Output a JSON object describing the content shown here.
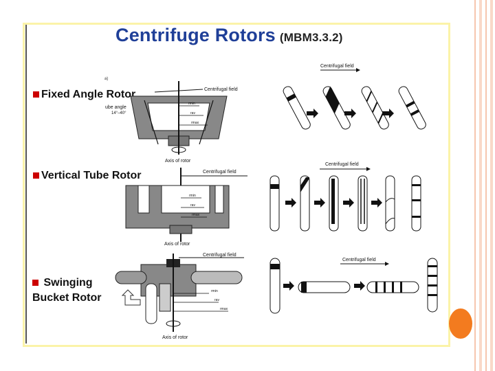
{
  "title": "Centrifuge Rotors",
  "title_ref": "(MBM3.3.2)",
  "rotors": [
    {
      "label": "Fixed Angle Rotor",
      "diagram": {
        "note_a": "a)",
        "field": "Centrifugal field",
        "tube_angle": "ube angle",
        "angle_range": "14°–40°",
        "rmin": "rmin",
        "rav": "rav",
        "rmax": "rmax",
        "axis": "Axis of rotor"
      },
      "tubes_field": "Centrifugal field"
    },
    {
      "label": "Vertical Tube Rotor",
      "diagram": {
        "field": "Centrifugal field",
        "rmin": "rmin",
        "rav": "rav",
        "rmax": "rmax",
        "axis": "Axis of rotor"
      },
      "tubes_field": "Centrifugal field"
    },
    {
      "label_line1": "Swinging",
      "label_line2": "Bucket Rotor",
      "diagram": {
        "field": "Centrifugal field",
        "rmin": "rmin",
        "rav": "rav",
        "rmax": "rmax",
        "axis": "Axis of rotor"
      },
      "tubes_field": "Centrifugal field"
    }
  ],
  "colors": {
    "title": "#1f3f98",
    "bullet": "#cc0000",
    "frame": "#fbf3a8",
    "accent_dot": "#f37b1f",
    "border_stripe": "#f6c6ae"
  }
}
